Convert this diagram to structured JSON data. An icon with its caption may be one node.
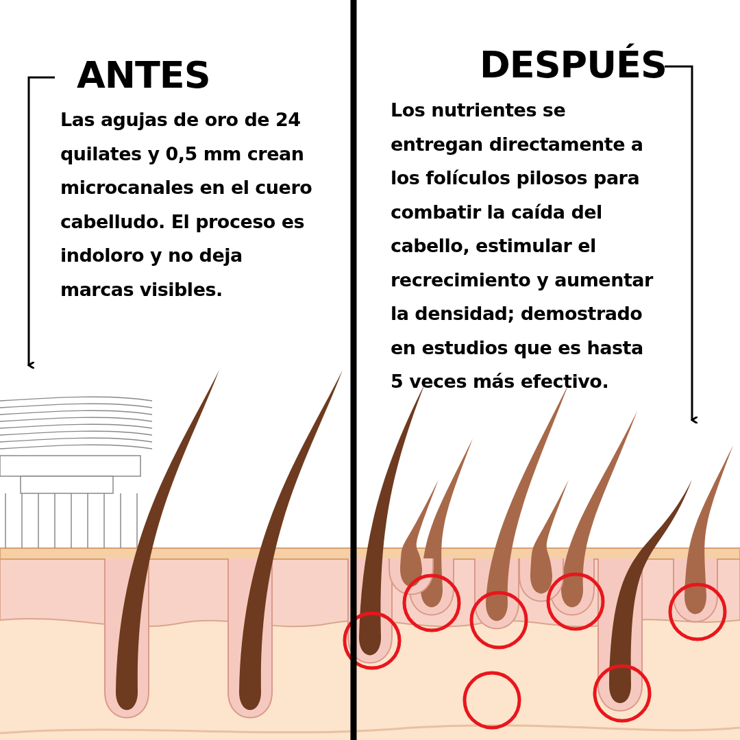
{
  "diagram": {
    "labels": [
      "ANTES",
      "Las agujas de oro de 24 quilates y 0,5 mm crean microcanales en el cuero cabelludo. El proceso es indoloro y no deja marcas visibles.",
      "DESPUÉS",
      "Los nutrientes se entregan directamente a los folículos pilosos para combatir la caída del cabello, estimular el recrecimiento y aumentar la densidad; demostrado en estudios que es hasta 5 veces más efectivo."
    ]
  }
}
